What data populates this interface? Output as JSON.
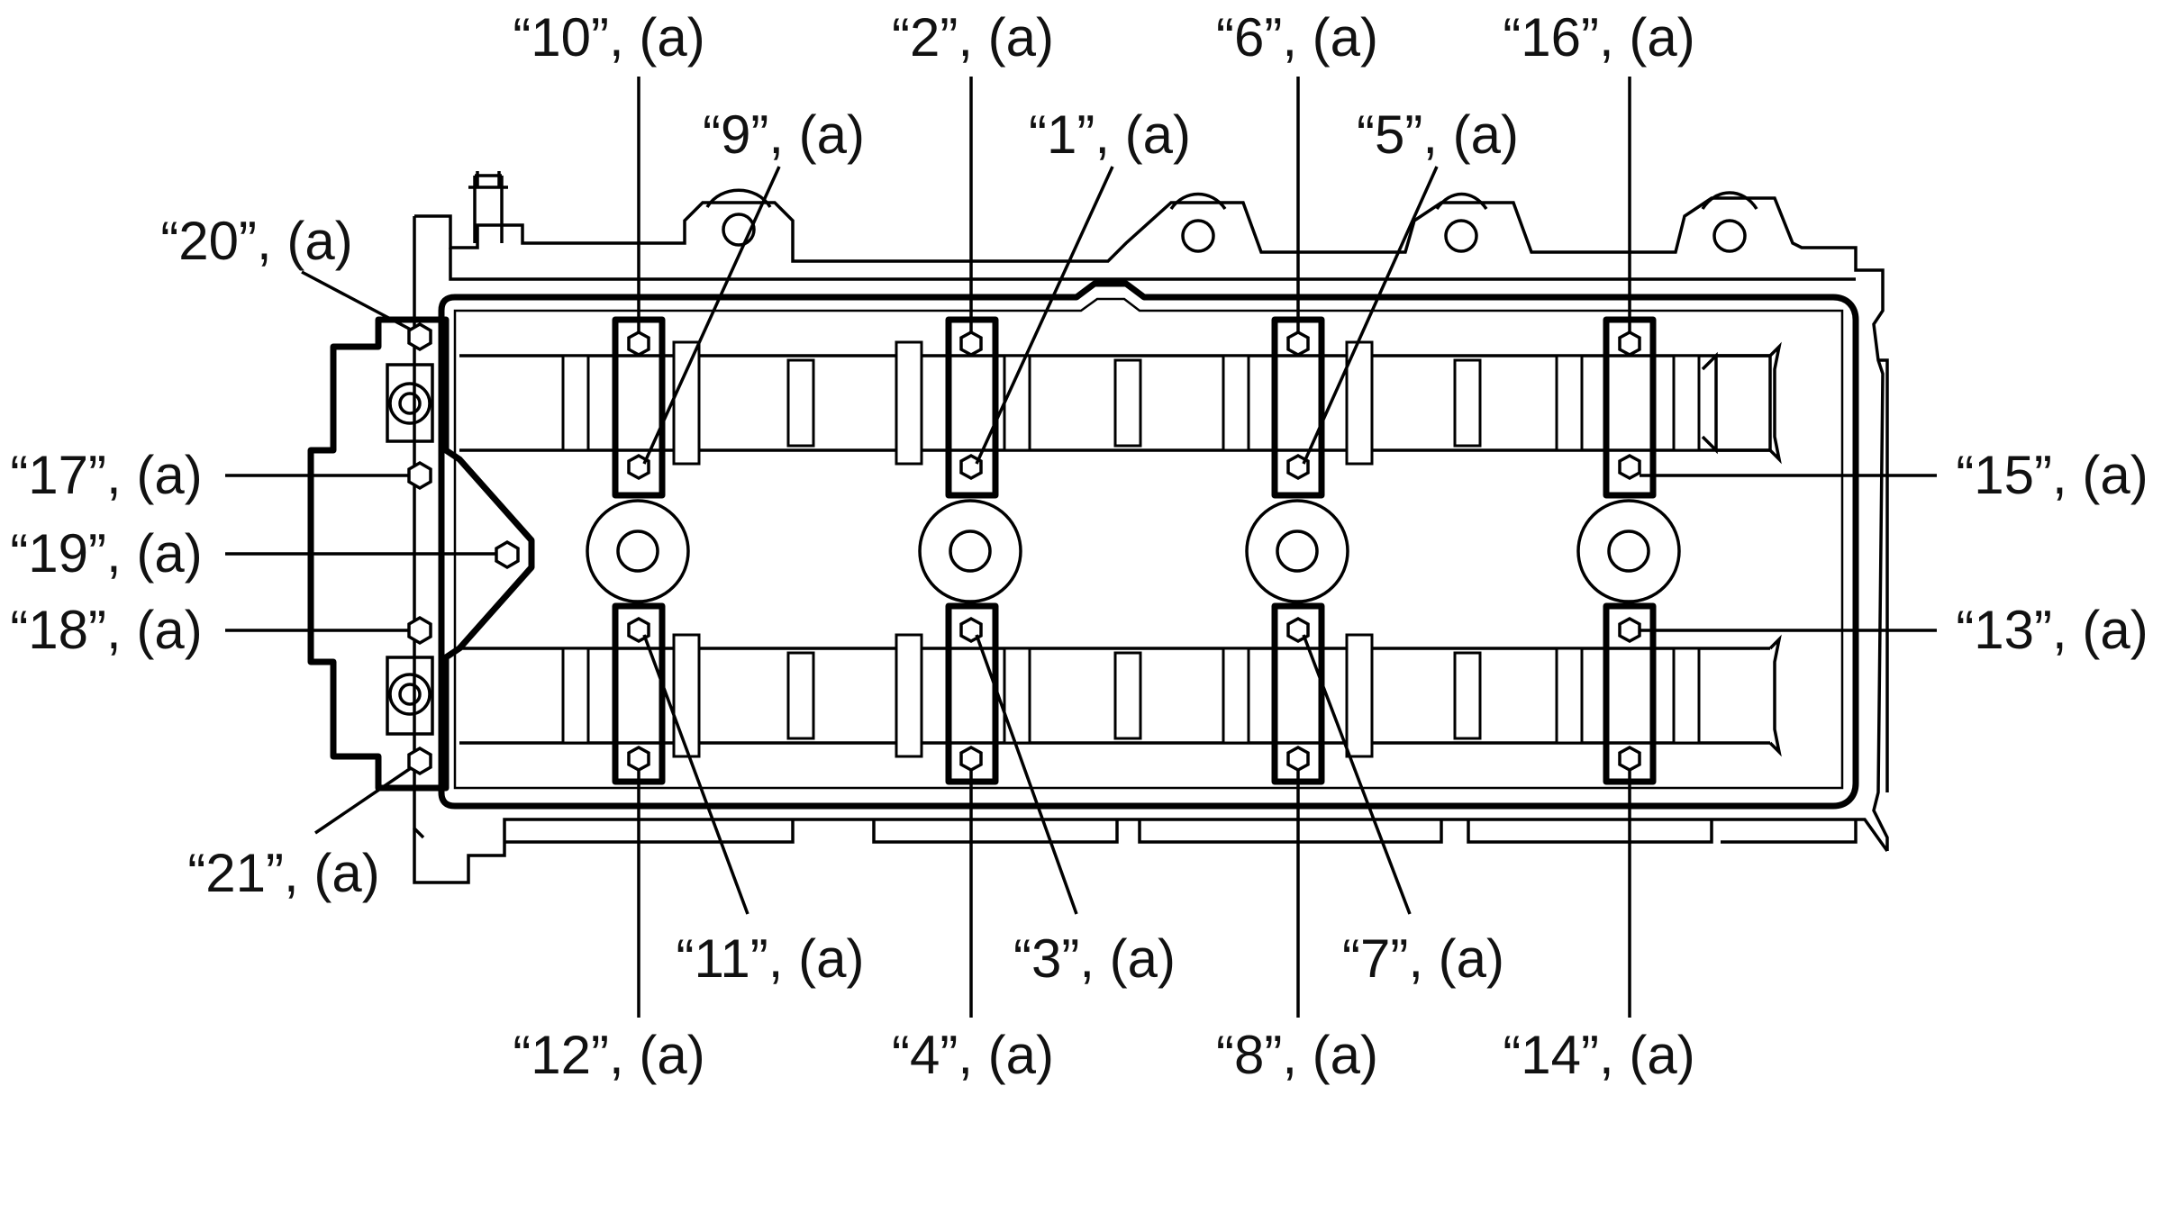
{
  "labels": {
    "b1": "“1”, (a)",
    "b2": "“2”, (a)",
    "b3": "“3”, (a)",
    "b4": "“4”, (a)",
    "b5": "“5”, (a)",
    "b6": "“6”, (a)",
    "b7": "“7”, (a)",
    "b8": "“8”, (a)",
    "b9": "“9”, (a)",
    "b10": "“10”, (a)",
    "b11": "“11”, (a)",
    "b12": "“12”, (a)",
    "b13": "“13”, (a)",
    "b14": "“14”, (a)",
    "b15": "“15”, (a)",
    "b16": "“16”, (a)",
    "b17": "“17”, (a)",
    "b18": "“18”, (a)",
    "b19": "“19”, (a)",
    "b20": "“20”, (a)",
    "b21": "“21”, (a)"
  }
}
